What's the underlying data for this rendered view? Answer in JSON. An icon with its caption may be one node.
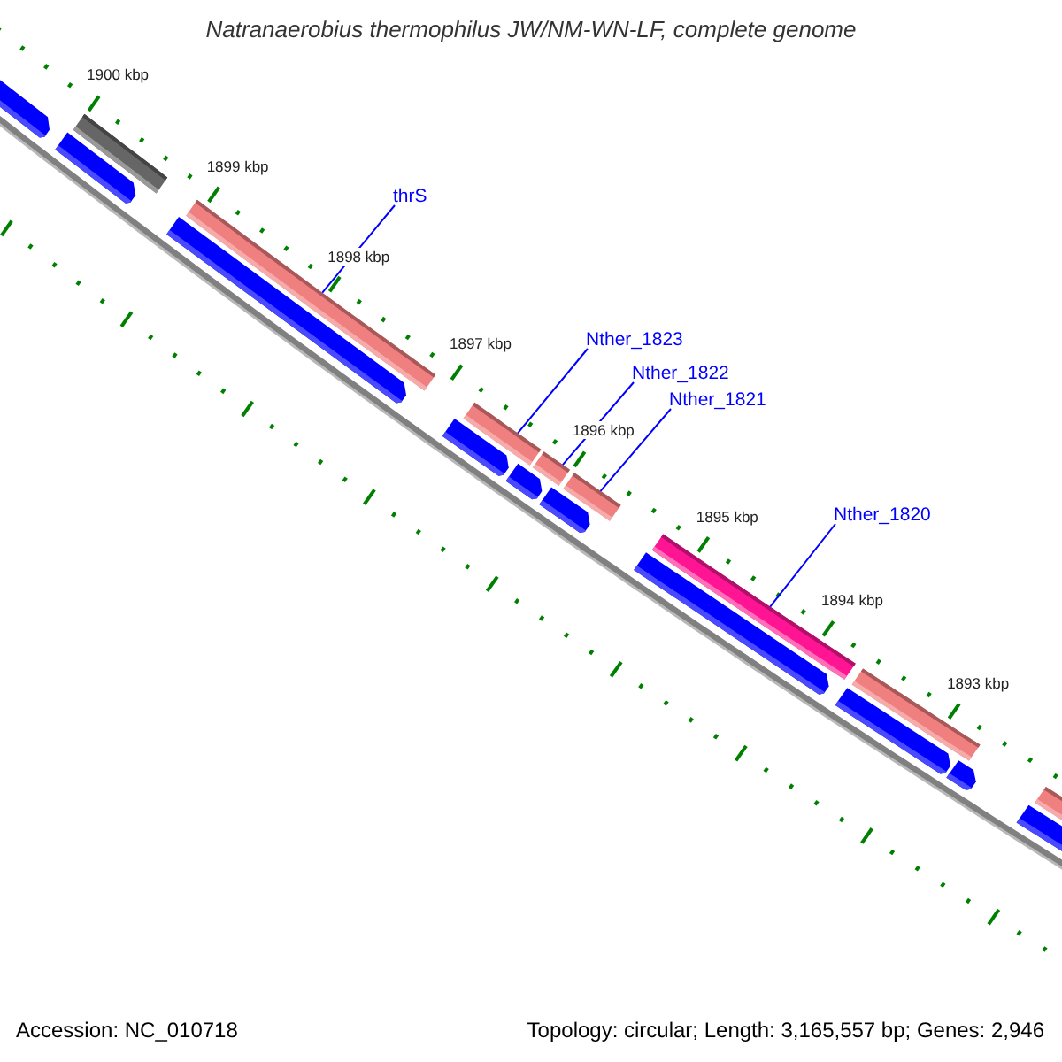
{
  "diagram": {
    "title": "Natranaerobius thermophilus JW/NM-WN-LF, complete genome",
    "nodes": [
      {
        "text": [
          "thrS"
        ]
      },
      {
        "text": [
          "Nther_1823"
        ]
      },
      {
        "text": [
          "Nther_1822"
        ]
      },
      {
        "text": [
          "Nther_1821"
        ]
      },
      {
        "text": [
          "Nther_1820"
        ]
      },
      {
        "text": [],
        "shape": "bar"
      },
      {
        "text": [],
        "shape": "bar"
      },
      {
        "text": [],
        "shape": "bar"
      },
      {
        "text": [],
        "shape": "bar"
      },
      {
        "text": [],
        "shape": "bar"
      }
    ],
    "edges": [
      {
        "from": 0,
        "to": 5,
        "arrow": "none"
      },
      {
        "from": 1,
        "to": 6,
        "arrow": "none"
      },
      {
        "from": 2,
        "to": 7,
        "arrow": "none"
      },
      {
        "from": 3,
        "to": 8,
        "arrow": "none"
      },
      {
        "from": 4,
        "to": 9,
        "arrow": "none"
      }
    ],
    "labels": [
      "1900 kbp",
      "1899 kbp",
      "1898 kbp",
      "1897 kbp",
      "1896 kbp",
      "1895 kbp",
      "1894 kbp",
      "1893 kbp",
      "Accession: NC_010718",
      "Topology: circular; Length: 3,165,557 bp; Genes: 2,946"
    ]
  }
}
